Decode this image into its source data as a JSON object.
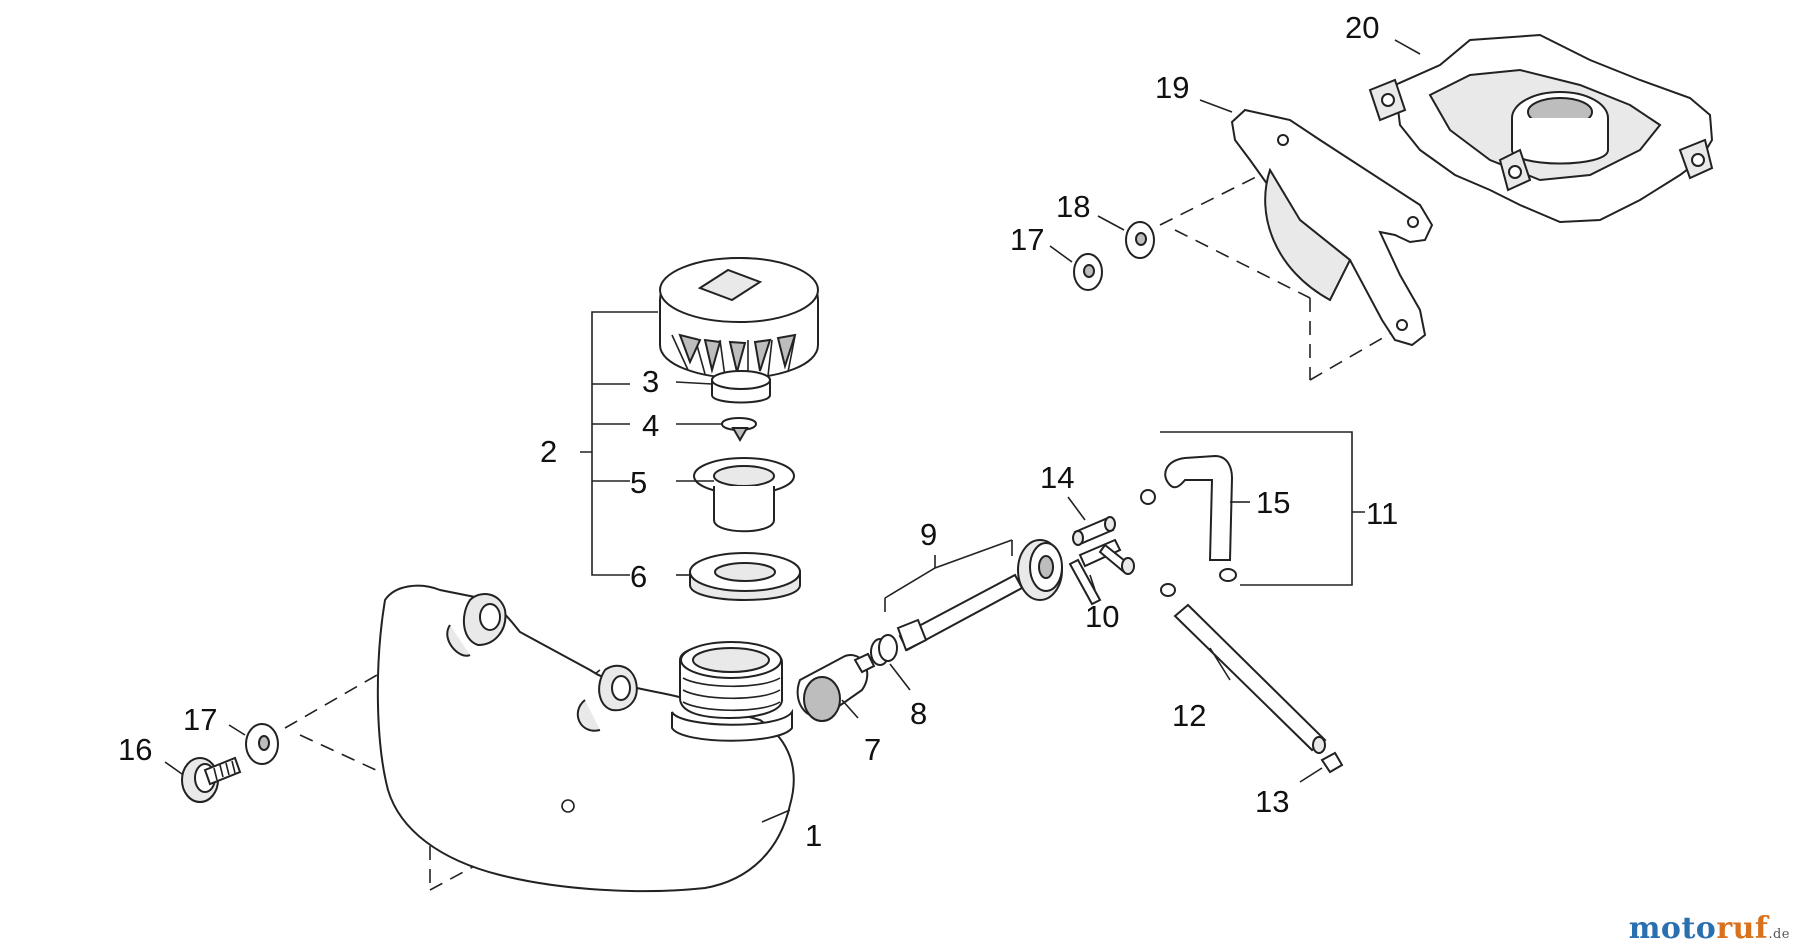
{
  "callouts": [
    {
      "id": "1",
      "text": "1"
    },
    {
      "id": "2",
      "text": "2"
    },
    {
      "id": "3",
      "text": "3"
    },
    {
      "id": "4",
      "text": "4"
    },
    {
      "id": "5",
      "text": "5"
    },
    {
      "id": "6",
      "text": "6"
    },
    {
      "id": "7",
      "text": "7"
    },
    {
      "id": "8",
      "text": "8"
    },
    {
      "id": "9",
      "text": "9"
    },
    {
      "id": "10",
      "text": "10"
    },
    {
      "id": "11",
      "text": "11"
    },
    {
      "id": "12",
      "text": "12"
    },
    {
      "id": "13",
      "text": "13"
    },
    {
      "id": "14",
      "text": "14"
    },
    {
      "id": "15",
      "text": "15"
    },
    {
      "id": "16",
      "text": "16"
    },
    {
      "id": "17a",
      "text": "17"
    },
    {
      "id": "17b",
      "text": "17"
    },
    {
      "id": "18",
      "text": "18"
    },
    {
      "id": "19",
      "text": "19"
    },
    {
      "id": "20",
      "text": "20"
    }
  ],
  "watermark": {
    "main": "motoruf",
    "suffix": ".de"
  },
  "colors": {
    "line": "#222222",
    "watermark_blue": "#2a6fb0",
    "watermark_orange": "#d9711d"
  }
}
